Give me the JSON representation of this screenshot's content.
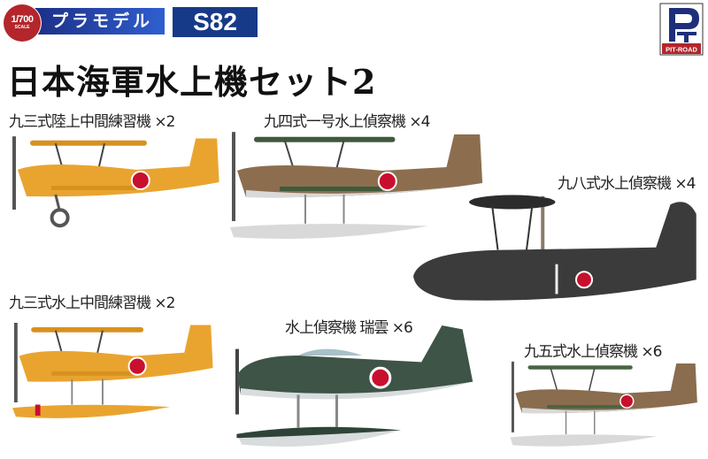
{
  "header": {
    "scale": "1/700",
    "scale_sub": "SCALE",
    "category": "プラモデル",
    "kit_number": "S82",
    "brand": "PIT-ROAD",
    "title": "日本海軍水上機セット2"
  },
  "aircraft": [
    {
      "label": "九三式陸上中間練習機 ×2",
      "colors": {
        "body": "#e9a430",
        "accent": "#d8911e",
        "roundel": "#c8102e"
      },
      "kind": "biplane-wheels"
    },
    {
      "label": "九四式一号水上偵察機 ×4",
      "colors": {
        "body": "#8c6e4f",
        "accent": "#3f5a3a",
        "under": "#d9d9d9",
        "roundel": "#c8102e"
      },
      "kind": "biplane-float"
    },
    {
      "label": "九八式水上偵察機 ×4",
      "colors": {
        "body": "#3b3b3b",
        "accent": "#2c2c2c",
        "roundel": "#c8102e"
      },
      "kind": "flying-boat"
    },
    {
      "label": "九三式水上中間練習機 ×2",
      "colors": {
        "body": "#e9a430",
        "accent": "#d8911e",
        "roundel": "#c8102e"
      },
      "kind": "biplane-float"
    },
    {
      "label": "水上偵察機 瑞雲 ×6",
      "colors": {
        "body": "#3d5446",
        "accent": "#2f4438",
        "under": "#d8dcdc",
        "roundel": "#c8102e"
      },
      "kind": "monoplane-float"
    },
    {
      "label": "九五式水上偵察機 ×6",
      "colors": {
        "body": "#8a6c4e",
        "accent": "#4a6443",
        "under": "#d9d9d9",
        "roundel": "#c8102e"
      },
      "kind": "biplane-float"
    }
  ]
}
